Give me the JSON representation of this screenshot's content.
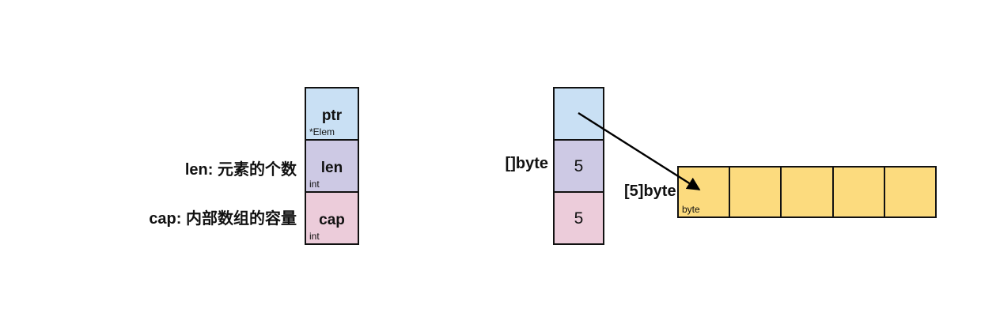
{
  "page": {
    "background": "#ffffff"
  },
  "annotations": {
    "len_label": "len: 元素的个数",
    "cap_label": "cap: 内部数组的容量"
  },
  "slice_header_struct": {
    "fields": [
      {
        "name": "ptr",
        "type": "*Elem",
        "color": "#c9e0f4"
      },
      {
        "name": "len",
        "type": "int",
        "color": "#cdc9e4"
      },
      {
        "name": "cap",
        "type": "int",
        "color": "#ecccda"
      }
    ]
  },
  "slice_instance": {
    "label": "[]byte",
    "cells": [
      {
        "value": "",
        "color": "#c9e0f4"
      },
      {
        "value": "5",
        "color": "#cdc9e4"
      },
      {
        "value": "5",
        "color": "#ecccda"
      }
    ]
  },
  "backing_array": {
    "label": "[5]byte",
    "element_type": "byte",
    "cell_count": 5,
    "color": "#fcdb7e"
  },
  "arrow": {
    "color": "#000000"
  }
}
